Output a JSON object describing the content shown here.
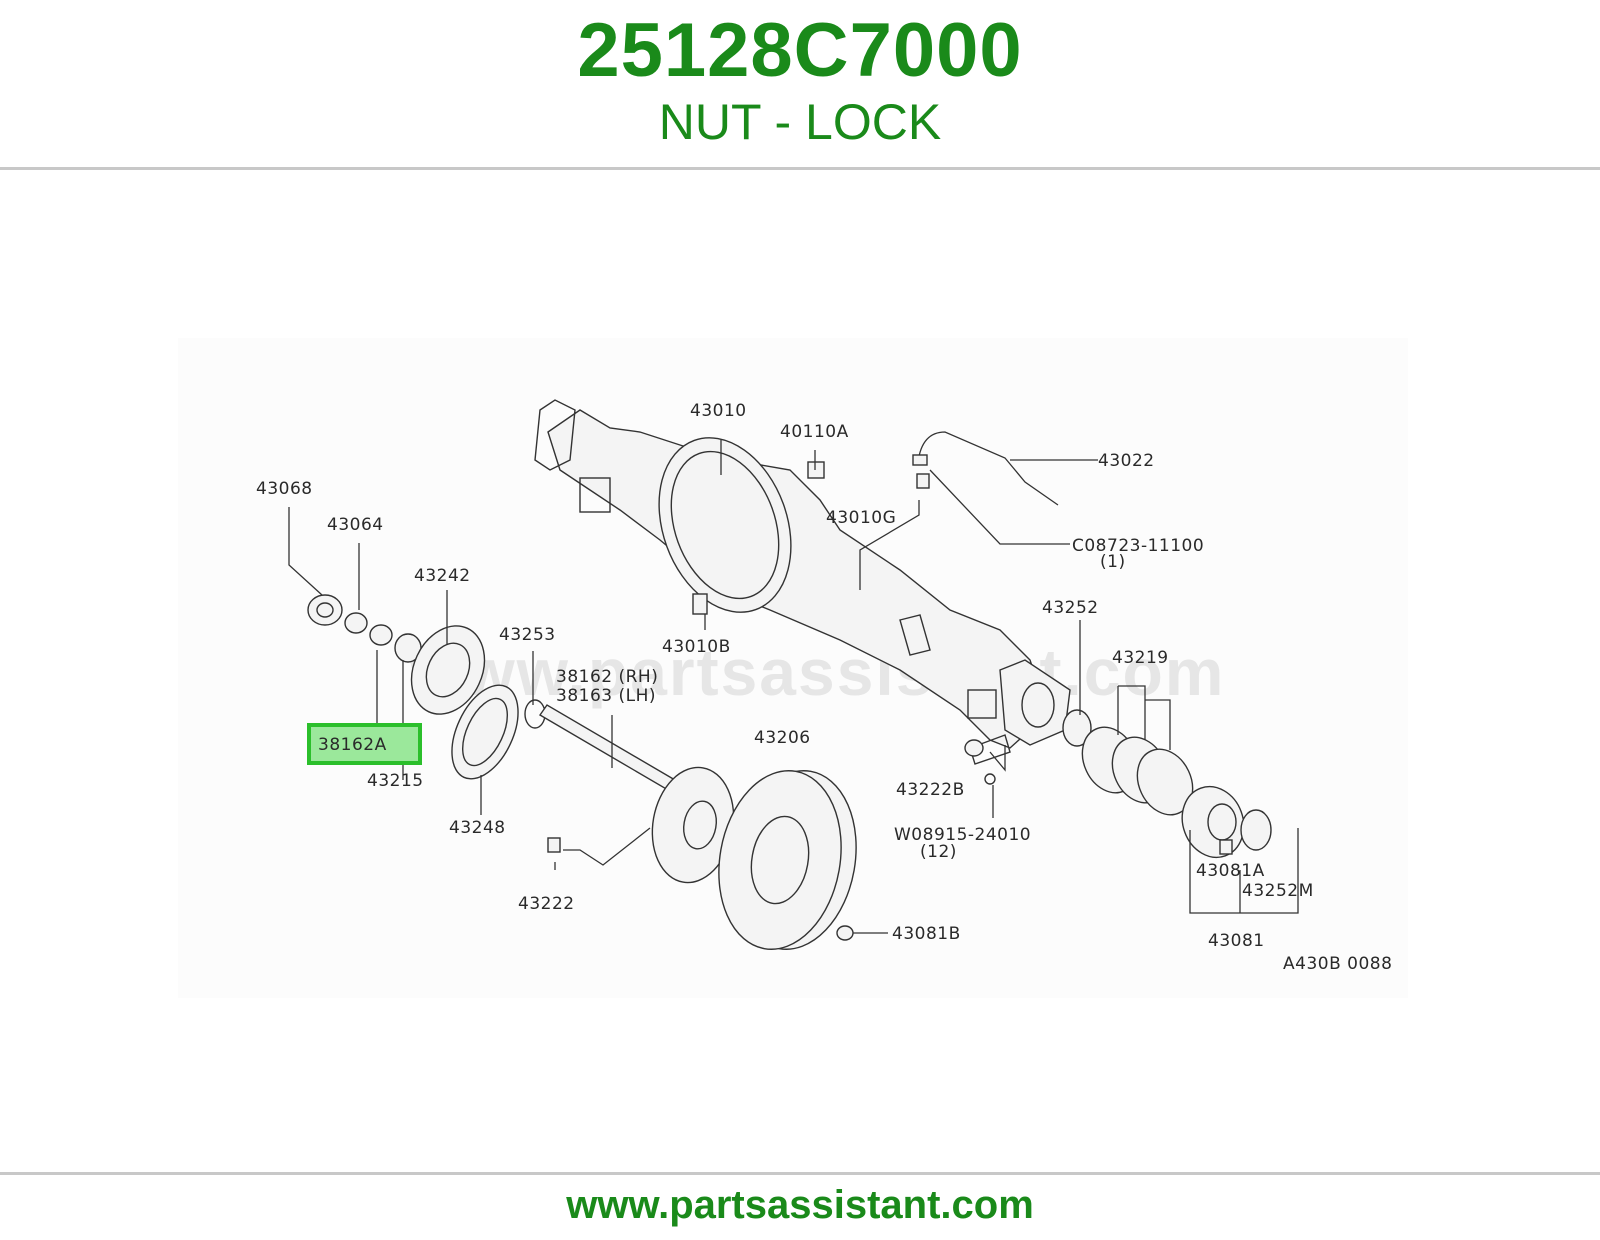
{
  "header": {
    "part_number": "25128C7000",
    "part_name": "NUT - LOCK"
  },
  "diagram": {
    "watermark": "www.partsassistant.com",
    "figure_code": "A430B 0088",
    "highlighted_callout": "38162A",
    "callouts": {
      "c43010": "43010",
      "c40110A": "40110A",
      "c43022": "43022",
      "c43068": "43068",
      "c43064": "43064",
      "c43010G": "43010G",
      "c08723_11100": "C08723-11100",
      "c08723_qty": "(1)",
      "c43242": "43242",
      "c43252": "43252",
      "c43253": "43253",
      "c43010B": "43010B",
      "c43219": "43219",
      "c38162_rh": "38162 (RH)",
      "c38163_lh": "38163 (LH)",
      "c38162A": "38162A",
      "c43206": "43206",
      "c43215": "43215",
      "c43222B": "43222B",
      "c43248": "43248",
      "c08915_24010": "W08915-24010",
      "c08915_qty": "(12)",
      "c43081A": "43081A",
      "c43252M": "43252M",
      "c43222": "43222",
      "c43081B": "43081B",
      "c43081": "43081"
    }
  },
  "footer": {
    "url": "www.partsassistant.com"
  },
  "colors": {
    "brand_green": "#1a8a1a",
    "highlight_fill": "#9be89b",
    "highlight_border": "#2bbf2b",
    "rule_gray": "#c8c8c8"
  }
}
